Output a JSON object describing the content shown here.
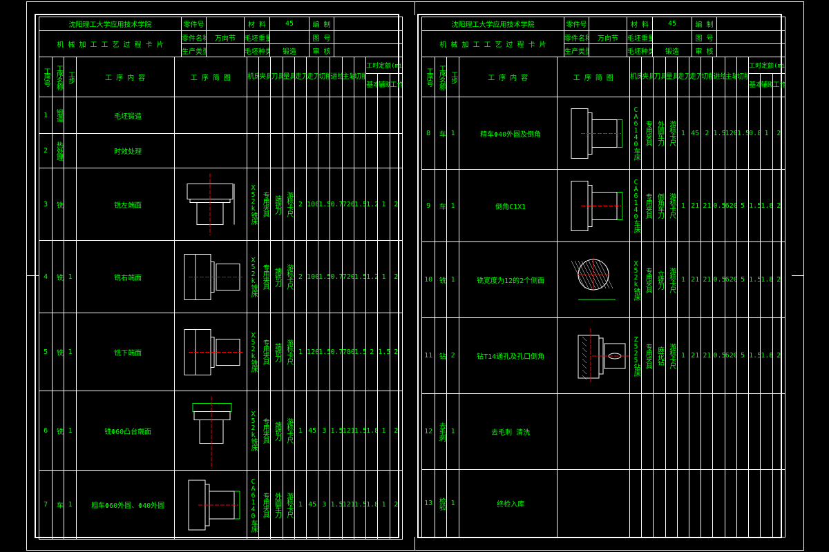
{
  "left_sheet": {
    "header": {
      "school": "沈阳理工大学应用技术学院",
      "card_title": "机 械 加 工 工 艺 过 程 卡 片",
      "part_no_label": "零件号",
      "part_no_value": "",
      "material_label": "材 料",
      "material_value": "45",
      "drawn_label": "编 制",
      "drawn_value": "",
      "part_name_label": "零件名称",
      "part_name_value": "万向节",
      "blank_weight_label": "毛坯重量",
      "blank_weight_value": "",
      "drawing_no_label": "图 号",
      "drawing_no_value": "",
      "production_type_label": "生产类型",
      "production_type_value": "",
      "blank_type_label": "毛坯种类",
      "blank_type_value": "锻造",
      "review_label": "审 核",
      "review_value": ""
    },
    "columns": [
      "工序号",
      "工序名称",
      "工步",
      "工 序 内 容",
      "工 序 简 图",
      "机床",
      "夹具",
      "刀具",
      "量具",
      "走刀次数",
      "走刀长度(mm)",
      "切削深度(mm)",
      "进给量",
      "主轴转速r/min",
      "切削速度(m/s)",
      "基本时间",
      "辅助时间",
      "工作地服务时间"
    ],
    "time_group_label": "工时定额(min)",
    "rows": [
      {
        "no": "1",
        "type": "锻造",
        "step": "",
        "content": "毛坯锻造",
        "machine": "",
        "fixture": "",
        "tool": "",
        "gauge": "",
        "passes": "",
        "length": "",
        "depth": "",
        "feed": "",
        "speed": "",
        "cut_speed": "",
        "t_basic": "",
        "t_aux": "",
        "t_serv": ""
      },
      {
        "no": "2",
        "type": "热处理",
        "step": "",
        "content": "时效处理",
        "machine": "",
        "fixture": "",
        "tool": "",
        "gauge": "",
        "passes": "",
        "length": "",
        "depth": "",
        "feed": "",
        "speed": "",
        "cut_speed": "",
        "t_basic": "",
        "t_aux": "",
        "t_serv": ""
      },
      {
        "no": "3",
        "type": "铣",
        "step": "",
        "content": "铣左端面",
        "machine": "X52k铣床",
        "fixture": "专用夹具",
        "tool": "端铣刀",
        "gauge": "游标卡尺",
        "passes": "2",
        "length": "100",
        "depth": "1.5",
        "feed": "0.75",
        "speed": "720",
        "cut_speed": "1.5",
        "t_basic": "1.2",
        "t_aux": "1",
        "t_serv": "2"
      },
      {
        "no": "4",
        "type": "铣",
        "step": "1",
        "content": "铣右端面",
        "machine": "X52k铣床",
        "fixture": "专用夹具",
        "tool": "端铣刀",
        "gauge": "游标卡尺",
        "passes": "2",
        "length": "100",
        "depth": "1.5",
        "feed": "0.75",
        "speed": "720",
        "cut_speed": "1.5",
        "t_basic": "1.2",
        "t_aux": "1",
        "t_serv": "2"
      },
      {
        "no": "5",
        "type": "铣",
        "step": "1",
        "content": "铣下端面",
        "machine": "X52k铣床",
        "fixture": "专用夹具",
        "tool": "端铣刀",
        "gauge": "游标卡尺",
        "passes": "1",
        "length": "120",
        "depth": "1.5",
        "feed": "0.7",
        "speed": "780",
        "cut_speed": "1.5",
        "t_basic": "2",
        "t_aux": "1.5",
        "t_serv": "2"
      },
      {
        "no": "6",
        "type": "铣",
        "step": "1",
        "content": "铣Φ60凸台端面",
        "machine": "X52k铣床",
        "fixture": "专用夹具",
        "tool": "端铣刀",
        "gauge": "游标卡尺",
        "passes": "1",
        "length": "45",
        "depth": "3",
        "feed": "1.5",
        "speed": "121",
        "cut_speed": "1.5",
        "t_basic": "1.8",
        "t_aux": "1",
        "t_serv": "2"
      },
      {
        "no": "7",
        "type": "车",
        "step": "1",
        "content": "粗车Φ60外圆、Φ40外圆",
        "machine": "CA6140车床",
        "fixture": "专用夹具",
        "tool": "外圆车刀",
        "gauge": "游标卡尺",
        "passes": "1",
        "length": "45",
        "depth": "3",
        "feed": "1.5",
        "speed": "121",
        "cut_speed": "1.5",
        "t_basic": "1.8",
        "t_aux": "1",
        "t_serv": "2"
      }
    ]
  },
  "right_sheet": {
    "header": {
      "school": "沈阳理工大学应用技术学院",
      "card_title": "机 械 加 工 工 艺 过 程 卡 片",
      "part_no_label": "零件号",
      "part_no_value": "",
      "material_label": "材 料",
      "material_value": "45",
      "drawn_label": "编 制",
      "drawn_value": "",
      "part_name_label": "零件名称",
      "part_name_value": "万向节",
      "blank_weight_label": "毛坯重量",
      "blank_weight_value": "",
      "drawing_no_label": "图 号",
      "drawing_no_value": "",
      "production_type_label": "生产类型",
      "production_type_value": "",
      "blank_type_label": "毛坯种类",
      "blank_type_value": "锻造",
      "review_label": "审 核",
      "review_value": ""
    },
    "columns": [
      "工序号",
      "工序名称",
      "工步",
      "工 序 内 容",
      "工 序 简 图",
      "机床",
      "夹具",
      "刀具",
      "量具",
      "走刀次数",
      "走刀长度(mm)",
      "切削深度(mm)",
      "进给量",
      "主轴转速r/min",
      "切削速度(m/s)",
      "基本时间",
      "辅助时间",
      "工作地服务时间"
    ],
    "time_group_label": "工时定额(min)",
    "rows": [
      {
        "no": "8",
        "type": "车",
        "step": "1",
        "content": "精车Φ40外圆及倒角",
        "machine": "CA6140车床",
        "fixture": "专用夹具",
        "tool": "外圆车刀",
        "gauge": "游标卡尺",
        "passes": "1",
        "length": "45",
        "depth": "2",
        "feed": "1.5",
        "speed": "120",
        "cut_speed": "1.5",
        "t_basic": "0.8",
        "t_aux": "1",
        "t_serv": "2"
      },
      {
        "no": "9",
        "type": "车",
        "step": "1",
        "content": "倒角C1X1",
        "machine": "CA6140车床",
        "fixture": "专用夹具",
        "tool": "倒角车刀",
        "gauge": "游标卡尺",
        "passes": "1",
        "length": "21",
        "depth": "21",
        "feed": "0.5",
        "speed": "620",
        "cut_speed": "5",
        "t_basic": "1.5",
        "t_aux": "1.8",
        "t_serv": "2"
      },
      {
        "no": "10",
        "type": "铣",
        "step": "1",
        "content": "铣宽度为12的2个侧面",
        "machine": "X52k铣床",
        "fixture": "专用夹具",
        "tool": "立铣刀",
        "gauge": "游标卡尺",
        "passes": "1",
        "length": "21",
        "depth": "21",
        "feed": "0.5",
        "speed": "620",
        "cut_speed": "5",
        "t_basic": "1.5",
        "t_aux": "1.8",
        "t_serv": "2"
      },
      {
        "no": "11",
        "type": "钻",
        "step": "2",
        "content": "钻T14通孔及孔口倒角",
        "machine": "Z525钻床",
        "fixture": "专用夹具",
        "tool": "麻花钻",
        "gauge": "游标卡尺",
        "passes": "1",
        "length": "21",
        "depth": "21",
        "feed": "0.5",
        "speed": "620",
        "cut_speed": "5",
        "t_basic": "1.5",
        "t_aux": "1.8",
        "t_serv": "2"
      },
      {
        "no": "12",
        "type": "去毛刺",
        "step": "1",
        "content": "去毛刺 清洗",
        "machine": "",
        "fixture": "",
        "tool": "",
        "gauge": "",
        "passes": "",
        "length": "",
        "depth": "",
        "feed": "",
        "speed": "",
        "cut_speed": "",
        "t_basic": "",
        "t_aux": "",
        "t_serv": ""
      },
      {
        "no": "13",
        "type": "检验",
        "step": "1",
        "content": "终检入库",
        "machine": "",
        "fixture": "",
        "tool": "",
        "gauge": "",
        "passes": "",
        "length": "",
        "depth": "",
        "feed": "",
        "speed": "",
        "cut_speed": "",
        "t_basic": "",
        "t_aux": "",
        "t_serv": ""
      }
    ]
  },
  "colors": {
    "background": "#000000",
    "lines": "#ffffff",
    "text": "#00ff00",
    "centerline": "#ff0000"
  }
}
